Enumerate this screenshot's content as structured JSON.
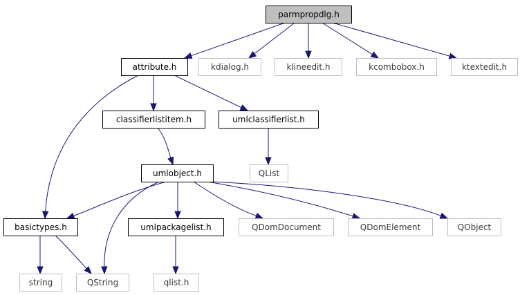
{
  "diagram": {
    "nodes": [
      {
        "id": "parmpropdlg",
        "label": "parmpropdlg.h",
        "kind": "main"
      },
      {
        "id": "attribute",
        "label": "attribute.h",
        "kind": "documented"
      },
      {
        "id": "kdialog",
        "label": "kdialog.h",
        "kind": "external"
      },
      {
        "id": "klineedit",
        "label": "klineedit.h",
        "kind": "external"
      },
      {
        "id": "kcombobox",
        "label": "kcombobox.h",
        "kind": "external"
      },
      {
        "id": "ktextedit",
        "label": "ktextedit.h",
        "kind": "external"
      },
      {
        "id": "classifierlistitem",
        "label": "classifierlistitem.h",
        "kind": "documented"
      },
      {
        "id": "umlclassifierlist",
        "label": "umlclassifierlist.h",
        "kind": "documented"
      },
      {
        "id": "qlist_cap",
        "label": "QList",
        "kind": "external"
      },
      {
        "id": "umlobject",
        "label": "umlobject.h",
        "kind": "documented"
      },
      {
        "id": "basictypes",
        "label": "basictypes.h",
        "kind": "documented"
      },
      {
        "id": "umlpackagelist",
        "label": "umlpackagelist.h",
        "kind": "documented"
      },
      {
        "id": "qdomdocument",
        "label": "QDomDocument",
        "kind": "external"
      },
      {
        "id": "qdomelement",
        "label": "QDomElement",
        "kind": "external"
      },
      {
        "id": "qobject",
        "label": "QObject",
        "kind": "external"
      },
      {
        "id": "string",
        "label": "string",
        "kind": "external"
      },
      {
        "id": "qstring",
        "label": "QString",
        "kind": "external"
      },
      {
        "id": "qlist_h",
        "label": "qlist.h",
        "kind": "external"
      }
    ],
    "edges": [
      {
        "from": "parmpropdlg",
        "to": "attribute"
      },
      {
        "from": "parmpropdlg",
        "to": "kdialog"
      },
      {
        "from": "parmpropdlg",
        "to": "klineedit"
      },
      {
        "from": "parmpropdlg",
        "to": "kcombobox"
      },
      {
        "from": "parmpropdlg",
        "to": "ktextedit"
      },
      {
        "from": "attribute",
        "to": "classifierlistitem"
      },
      {
        "from": "attribute",
        "to": "umlclassifierlist"
      },
      {
        "from": "attribute",
        "to": "basictypes"
      },
      {
        "from": "classifierlistitem",
        "to": "umlobject"
      },
      {
        "from": "umlclassifierlist",
        "to": "qlist_cap"
      },
      {
        "from": "umlobject",
        "to": "basictypes"
      },
      {
        "from": "umlobject",
        "to": "qstring"
      },
      {
        "from": "umlobject",
        "to": "umlpackagelist"
      },
      {
        "from": "umlobject",
        "to": "qdomdocument"
      },
      {
        "from": "umlobject",
        "to": "qdomelement"
      },
      {
        "from": "umlobject",
        "to": "qobject"
      },
      {
        "from": "basictypes",
        "to": "string"
      },
      {
        "from": "basictypes",
        "to": "qstring"
      },
      {
        "from": "umlpackagelist",
        "to": "qlist_h"
      }
    ]
  },
  "colors": {
    "main_fill": "#bfbfbf",
    "documented_border": "#000000",
    "external_border": "#bfbfbf",
    "edge": "#191970"
  }
}
